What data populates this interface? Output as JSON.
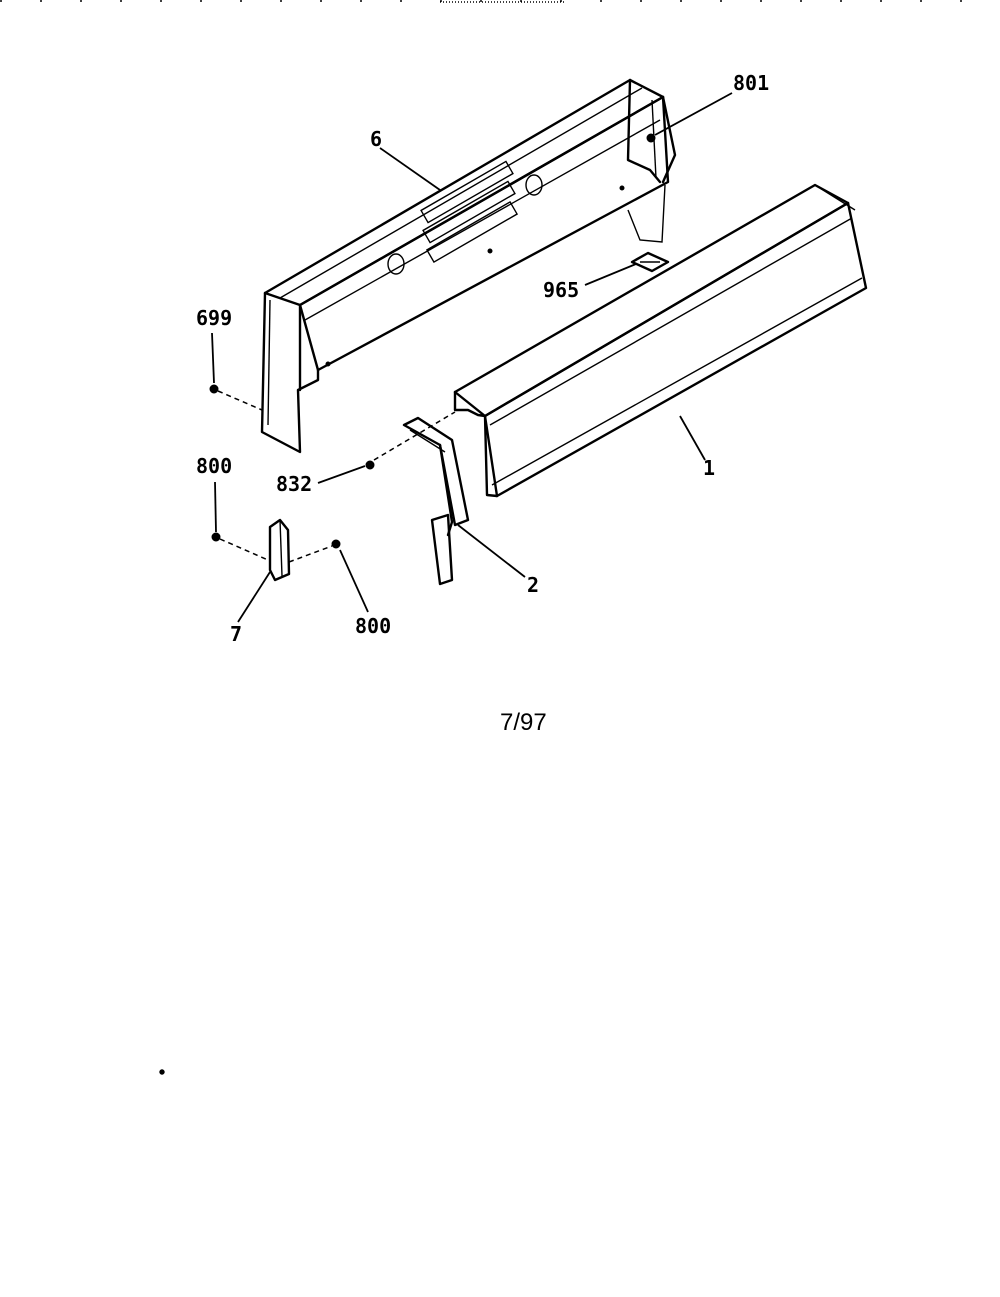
{
  "diagram": {
    "labels": {
      "p801": "801",
      "p6": "6",
      "p965": "965",
      "p699": "699",
      "p1": "1",
      "p832": "832",
      "p800_left": "800",
      "p2": "2",
      "p7": "7",
      "p800_right": "800"
    },
    "date_code": "7/97"
  }
}
